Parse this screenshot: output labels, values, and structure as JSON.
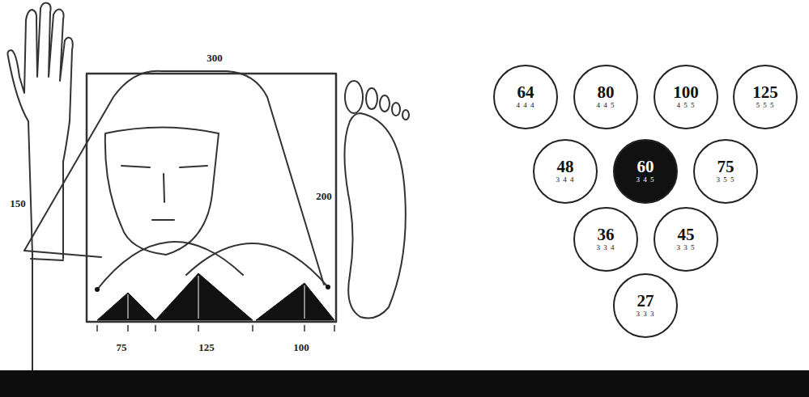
{
  "diagram": {
    "nodes": [
      {
        "text": [
          "64",
          "4 4 4"
        ]
      },
      {
        "text": [
          "80",
          "4 4 5"
        ]
      },
      {
        "text": [
          "100",
          "4 5 5"
        ]
      },
      {
        "text": [
          "125",
          "5 5 5"
        ]
      },
      {
        "text": [
          "48",
          "3 4 4"
        ]
      },
      {
        "text": [
          "60",
          "3 4 5"
        ]
      },
      {
        "text": [
          "75",
          "3 5 5"
        ]
      },
      {
        "text": [
          "36",
          "3 3 4"
        ]
      },
      {
        "text": [
          "45",
          "3 3 5"
        ]
      },
      {
        "text": [
          "27",
          "3 3 3"
        ]
      }
    ],
    "labels": [
      "300",
      "150",
      "200",
      "75",
      "125",
      "100"
    ]
  }
}
